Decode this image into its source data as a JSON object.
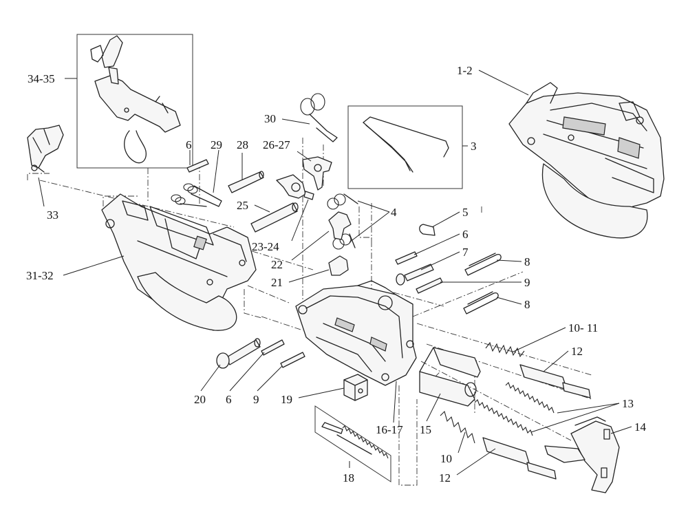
{
  "diagram": {
    "callouts": [
      {
        "id": "c34-35",
        "text": "34-35"
      },
      {
        "id": "c33",
        "text": "33"
      },
      {
        "id": "c31-32",
        "text": "31-32"
      },
      {
        "id": "c6a",
        "text": "6"
      },
      {
        "id": "c29",
        "text": "29"
      },
      {
        "id": "c28",
        "text": "28"
      },
      {
        "id": "c25",
        "text": "25"
      },
      {
        "id": "c30",
        "text": "30"
      },
      {
        "id": "c26-27",
        "text": "26-27"
      },
      {
        "id": "c23-24",
        "text": "23-24"
      },
      {
        "id": "c22",
        "text": "22"
      },
      {
        "id": "c21",
        "text": "21"
      },
      {
        "id": "c3",
        "text": "3"
      },
      {
        "id": "c4",
        "text": "4"
      },
      {
        "id": "c5",
        "text": "5"
      },
      {
        "id": "c6b",
        "text": "6"
      },
      {
        "id": "c7",
        "text": "7"
      },
      {
        "id": "c8a",
        "text": "8"
      },
      {
        "id": "c9a",
        "text": "9"
      },
      {
        "id": "c8b",
        "text": "8"
      },
      {
        "id": "c1-2",
        "text": "1-2"
      },
      {
        "id": "c10-11",
        "text": "10- 11"
      },
      {
        "id": "c12a",
        "text": "12"
      },
      {
        "id": "c13",
        "text": "13"
      },
      {
        "id": "c14",
        "text": "14"
      },
      {
        "id": "c20",
        "text": "20"
      },
      {
        "id": "c6c",
        "text": "6"
      },
      {
        "id": "c9b",
        "text": "9"
      },
      {
        "id": "c19",
        "text": "19"
      },
      {
        "id": "c16-17",
        "text": "16-17"
      },
      {
        "id": "c15",
        "text": "15"
      },
      {
        "id": "c10",
        "text": "10"
      },
      {
        "id": "c18",
        "text": "18"
      },
      {
        "id": "c12b",
        "text": "12"
      }
    ]
  }
}
